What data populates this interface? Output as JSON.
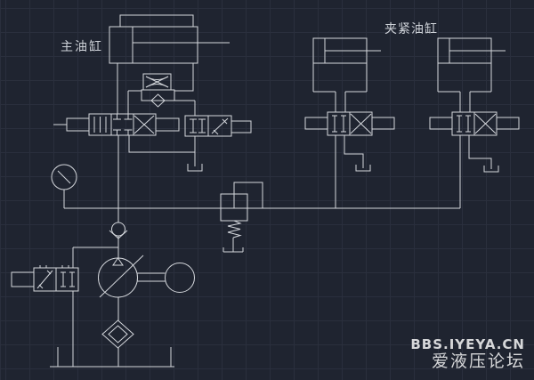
{
  "labels": {
    "main_cylinder": "主油缸",
    "clamp_cylinder": "夹紧油缸"
  },
  "watermark": {
    "line1": "BBS.IYEYA.CN",
    "line2": "爱液压论坛"
  },
  "components": {
    "main_cylinder": "main hydraulic cylinder",
    "clamp_cylinder_left": "clamping cylinder (left)",
    "clamp_cylinder_right": "clamping cylinder (right)",
    "main_directional_valve": "4/3 solenoid directional valve",
    "bypass_valve": "2/2 solenoid valve",
    "throttle_check_valve": "one-way throttle valve",
    "hand_valve": "manual unloading valve",
    "relief_valve": "pilot-operated relief valve",
    "pressure_gauge": "pressure gauge",
    "check_valve": "check valve",
    "pump": "variable displacement pump",
    "motor": "electric motor",
    "filter": "suction filter",
    "tank": "oil tank"
  },
  "colors": {
    "background": "#1f2430",
    "grid": "#2a2f3d",
    "line": "#d4d7dc",
    "label": "#ced2d8",
    "watermark": "#d6d7d9"
  }
}
